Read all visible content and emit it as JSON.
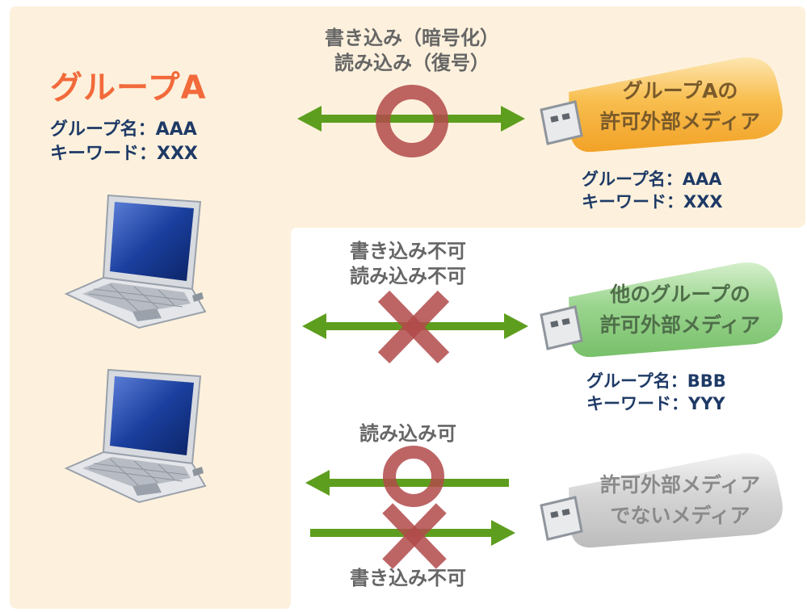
{
  "group": {
    "title": "グループA",
    "name_line": "グループ名：AAA",
    "keyword_line": "キーワード：XXX"
  },
  "connections": [
    {
      "line1": "書き込み（暗号化）",
      "line2": "読み込み（復号）",
      "status": "allowed"
    },
    {
      "line1": "書き込み不可",
      "line2": "読み込み不可",
      "status": "denied"
    },
    {
      "read_label": "読み込み可",
      "write_label": "書き込み不可"
    }
  ],
  "media": [
    {
      "label_line1": "グループAの",
      "label_line2": "許可外部メディア",
      "name_line": "グループ名：AAA",
      "keyword_line": "キーワード：XXX",
      "color": "#f7b53c"
    },
    {
      "label_line1": "他のグループの",
      "label_line2": "許可外部メディア",
      "name_line": "グループ名：BBB",
      "keyword_line": "キーワード：YYY",
      "color": "#8ecf86"
    },
    {
      "label_line1": "許可外部メディア",
      "label_line2": "でないメディア",
      "color": "#c8c8c8"
    }
  ],
  "colors": {
    "group_bg": "#fdf1dd",
    "arrow": "#5e9e1e",
    "mark": "#b24a4a",
    "title": "#f26a3b",
    "info_text": "#1e3a66",
    "label_text": "#666666"
  }
}
